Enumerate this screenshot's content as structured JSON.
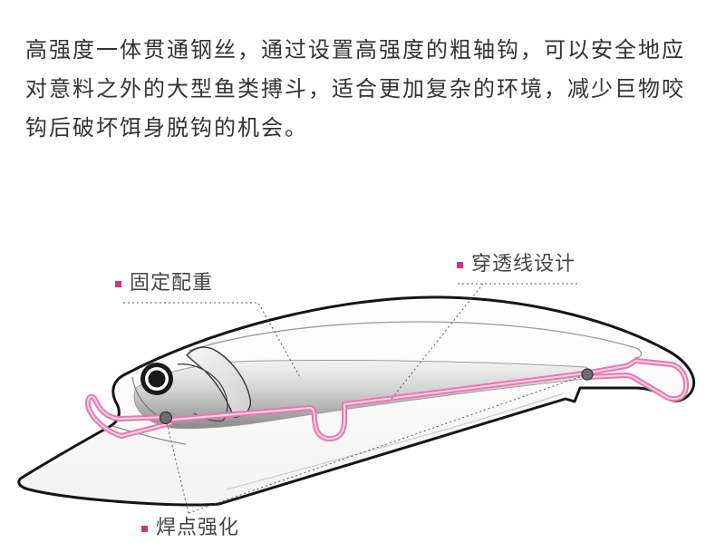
{
  "description": {
    "lines": [
      "高强度一体贯通钢丝，通过设置高强度的粗轴钩，可以安全地应",
      "对意料之外的大型鱼类搏斗，适合更加复杂的环境，减少巨物咬",
      "钩后破坏饵身脱钩的机会。"
    ]
  },
  "callouts": {
    "weight": {
      "label": "固定配重",
      "icon": "square-bullet-icon"
    },
    "wire": {
      "label": "穿透线设计",
      "icon": "square-bullet-icon"
    },
    "weld": {
      "label": "焊点强化",
      "icon": "square-bullet-icon"
    }
  },
  "colors": {
    "text": "#333333",
    "bullet": "#d4347c",
    "outline": "#151515",
    "wire": "#e57aad",
    "wire_light": "#f8d2e4"
  }
}
